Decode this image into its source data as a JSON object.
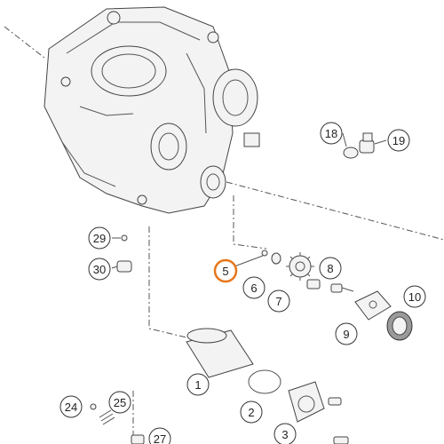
{
  "diagram": {
    "highlight_color": "#e8761a",
    "callout_stroke": "#333333",
    "highlighted_part": "5",
    "callouts": [
      {
        "id": "c1",
        "label": "1"
      },
      {
        "id": "c2",
        "label": "2"
      },
      {
        "id": "c3",
        "label": "3"
      },
      {
        "id": "c5",
        "label": "5"
      },
      {
        "id": "c6",
        "label": "6"
      },
      {
        "id": "c7",
        "label": "7"
      },
      {
        "id": "c8",
        "label": "8"
      },
      {
        "id": "c9",
        "label": "9"
      },
      {
        "id": "c10",
        "label": "10"
      },
      {
        "id": "c18",
        "label": "18"
      },
      {
        "id": "c19",
        "label": "19"
      },
      {
        "id": "c24",
        "label": "24"
      },
      {
        "id": "c25",
        "label": "25"
      },
      {
        "id": "c27",
        "label": "27"
      },
      {
        "id": "c29",
        "label": "29"
      },
      {
        "id": "c30",
        "label": "30"
      }
    ]
  }
}
